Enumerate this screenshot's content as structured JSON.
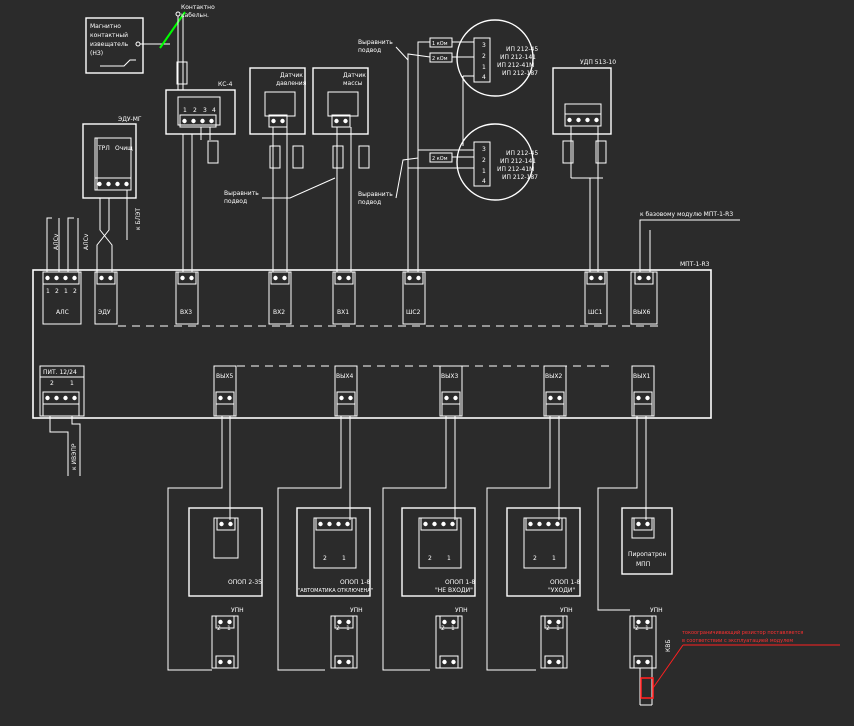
{
  "colors": {
    "background": "#2b2b2b",
    "line": "#ffffff",
    "highlight": "#00ff00",
    "warning": "#ff2020",
    "term": "#bdbdbd"
  },
  "labels": {
    "kk_title": "Контактно кабельный ...",
    "kk_l1": "Контактно",
    "kk_l2": "кабельн.",
    "magnet_l1": "Магнитно",
    "magnet_l2": "контактный",
    "magnet_l3": "извещатель",
    "magnet_l4": "(НЗ)",
    "ks": "КС-4",
    "breaker1_l1": "Датчик",
    "breaker1_l2": "давления",
    "breaker2_l1": "Датчик",
    "breaker2_l2": "массы",
    "vyr_top_l1": "Выравнить",
    "vyr_top_l2": "подвод",
    "vyr_mid_l1": "Выравнить",
    "vyr_mid_l2": "подвод",
    "vyr_right_l1": "Выравнить",
    "vyr_right_l2": "подвод",
    "edu_top": "ЭДУ-МГ",
    "edu_a": "ТРЛ",
    "edu_b": "Очищ",
    "udp": "УДП 513-10",
    "np1": "ИП 212-45",
    "np2": "ИП 212-141",
    "np3": "ИП 212-41М",
    "np4": "ИП 212-187",
    "to_module": "к базовому модулю МПТ-1-R3",
    "mpt": "МПТ-1-R3",
    "alc": "АЛС",
    "edu": "ЭДУ",
    "vx3": "ВХ3",
    "vx2": "ВХ2",
    "vx1": "ВХ1",
    "shs2": "ШС2",
    "shs1": "ШС1",
    "vyh6": "ВЫХ6",
    "pit": "ПИТ. 12/24",
    "vyh5": "ВЫХ5",
    "vyh4": "ВЫХ4",
    "vyh3": "ВЫХ3",
    "vyh2": "ВЫХ2",
    "vyh1": "ВЫХ1",
    "alsv1": "АЛСv",
    "alsv2": "АЛСv",
    "lead_rot": "к ИВЭПР",
    "lead_rot2": "к БЛЭТ",
    "opop1": "ОПОП 2-35",
    "opop2": "ОПОП 1-8",
    "opop2b": "\"АВТОМАТИКА ОТКЛЮЧЕНА\"",
    "opop3": "ОПОП 1-8",
    "opop3b": "\"НЕ ВХОДИ\"",
    "opop4": "ОПОП 1-8",
    "opop4b": "\"УХОДИ\"",
    "pyro_l1": "Пиропатрон",
    "pyro_l2": "МПП",
    "upn1": "УПН",
    "upn2": "УПН",
    "upn3": "УПН",
    "upn4": "УПН",
    "upn5": "УПН",
    "kvb": "КВБ",
    "warning_l1": "токоограничивающий резистор поставляется",
    "warning_l2": "в соответствии с эксплуатацией модулем",
    "kv_r": "1 кОм",
    "kv_r2": "2 кОм",
    "n1": "1",
    "n2": "2",
    "n3": "3",
    "n4": "4"
  }
}
